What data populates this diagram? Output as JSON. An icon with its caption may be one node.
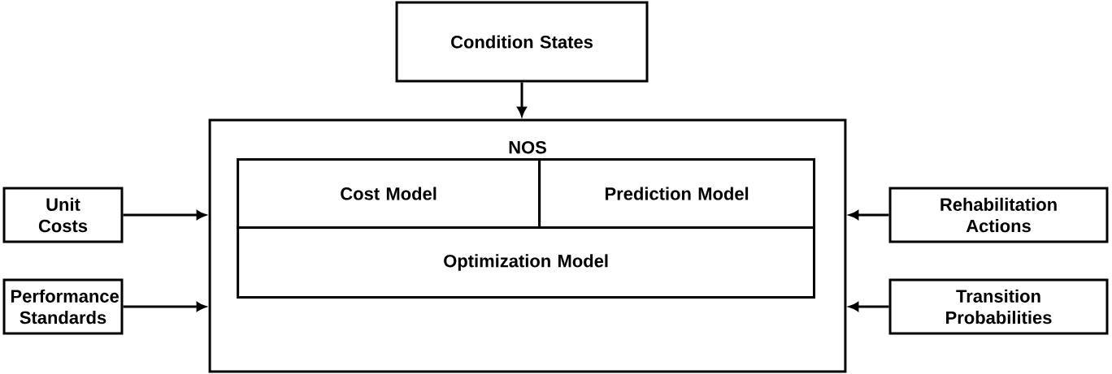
{
  "diagram": {
    "nodes": [
      {
        "text": [
          "Condition States"
        ]
      },
      {
        "text": [
          "NOS"
        ]
      },
      {
        "text": [
          "Cost Model"
        ],
        "in": 1
      },
      {
        "text": [
          "Prediction Model"
        ],
        "in": 1
      },
      {
        "text": [
          "Optimization Model"
        ],
        "in": 1
      },
      {
        "text": [
          "Unit Costs"
        ]
      },
      {
        "text": [
          "Performance Standards"
        ]
      },
      {
        "text": [
          "Rehabilitation Actions"
        ]
      },
      {
        "text": [
          "Transition Probabilities"
        ]
      }
    ],
    "edges": [
      {
        "from": 0,
        "to": 1,
        "arrow": "to"
      },
      {
        "from": 5,
        "to": 1,
        "arrow": "to"
      },
      {
        "from": 6,
        "to": 1,
        "arrow": "to"
      },
      {
        "from": 7,
        "to": 1,
        "arrow": "to"
      },
      {
        "from": 8,
        "to": 1,
        "arrow": "to"
      }
    ]
  }
}
